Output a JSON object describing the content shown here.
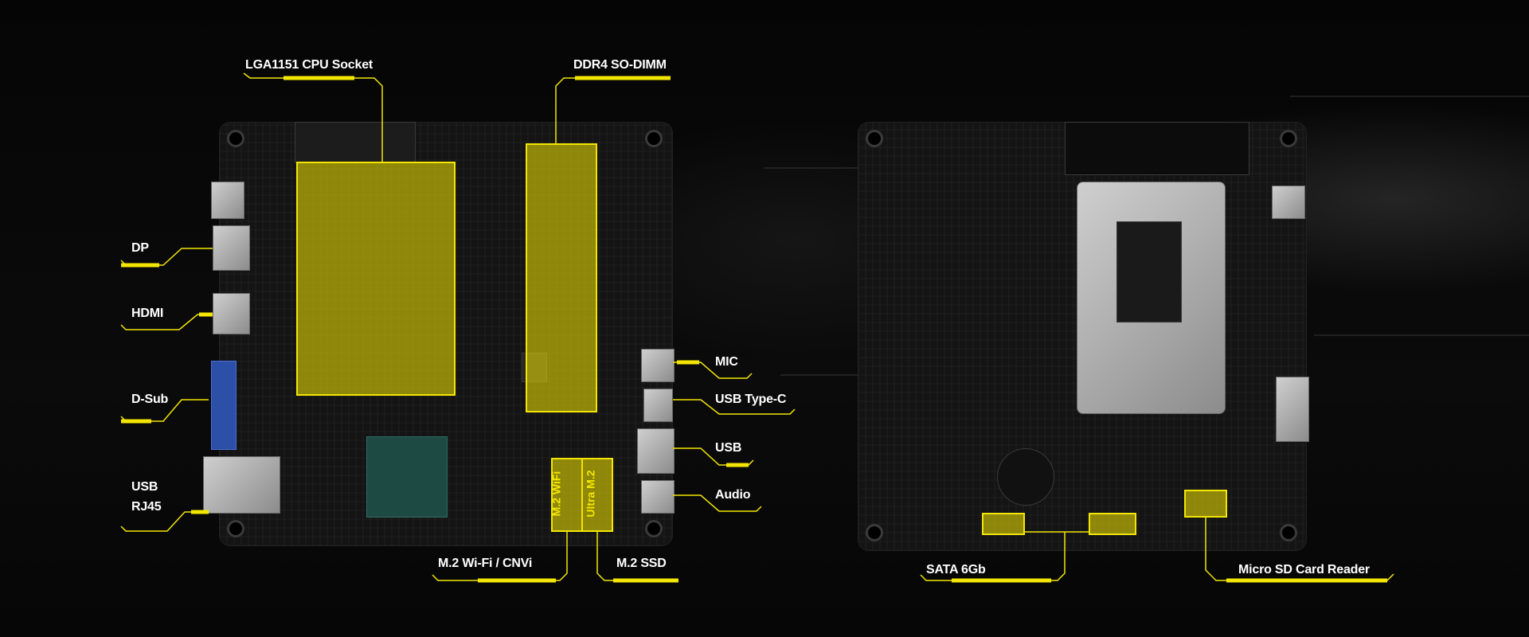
{
  "colors": {
    "accent": "#f3e600",
    "highlight_fill": "rgba(243,230,0,0.55)",
    "background": "#000000"
  },
  "front_board": {
    "labels": {
      "cpu_socket": "LGA1151 CPU Socket",
      "memory": "DDR4 SO-DIMM",
      "dp": "DP",
      "hdmi": "HDMI",
      "dsub": "D-Sub",
      "usb_rj45_line1": "USB",
      "usb_rj45_line2": "RJ45",
      "mic": "MIC",
      "usb_type_c": "USB Type-C",
      "usb": "USB",
      "audio": "Audio",
      "m2_wifi": "M.2 Wi-Fi / CNVi",
      "m2_ssd": "M.2 SSD"
    },
    "slot_printing": {
      "wifi": "M.2 WiFi",
      "ultra": "Ultra M.2"
    }
  },
  "back_board": {
    "labels": {
      "sata": "SATA 6Gb",
      "micro_sd": "Micro SD Card Reader"
    }
  }
}
